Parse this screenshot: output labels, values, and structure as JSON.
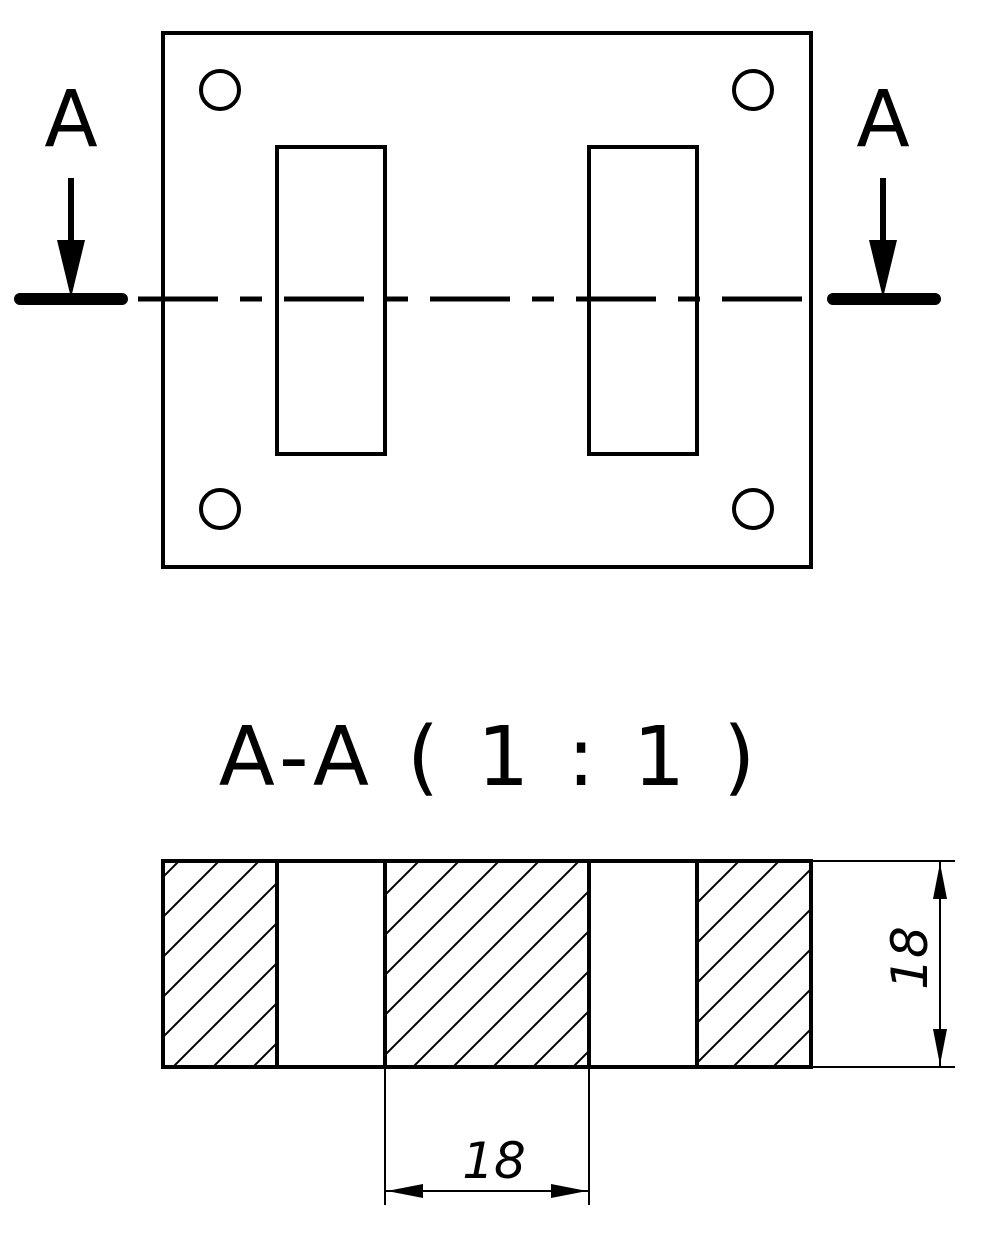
{
  "section_marks": {
    "left_label": "A",
    "right_label": "A"
  },
  "section_view": {
    "title": "A-A ( 1 : 1 )"
  },
  "dimensions": {
    "height_label": "18",
    "width_label": "18"
  },
  "colors": {
    "line": "#000000",
    "background": "#ffffff"
  }
}
